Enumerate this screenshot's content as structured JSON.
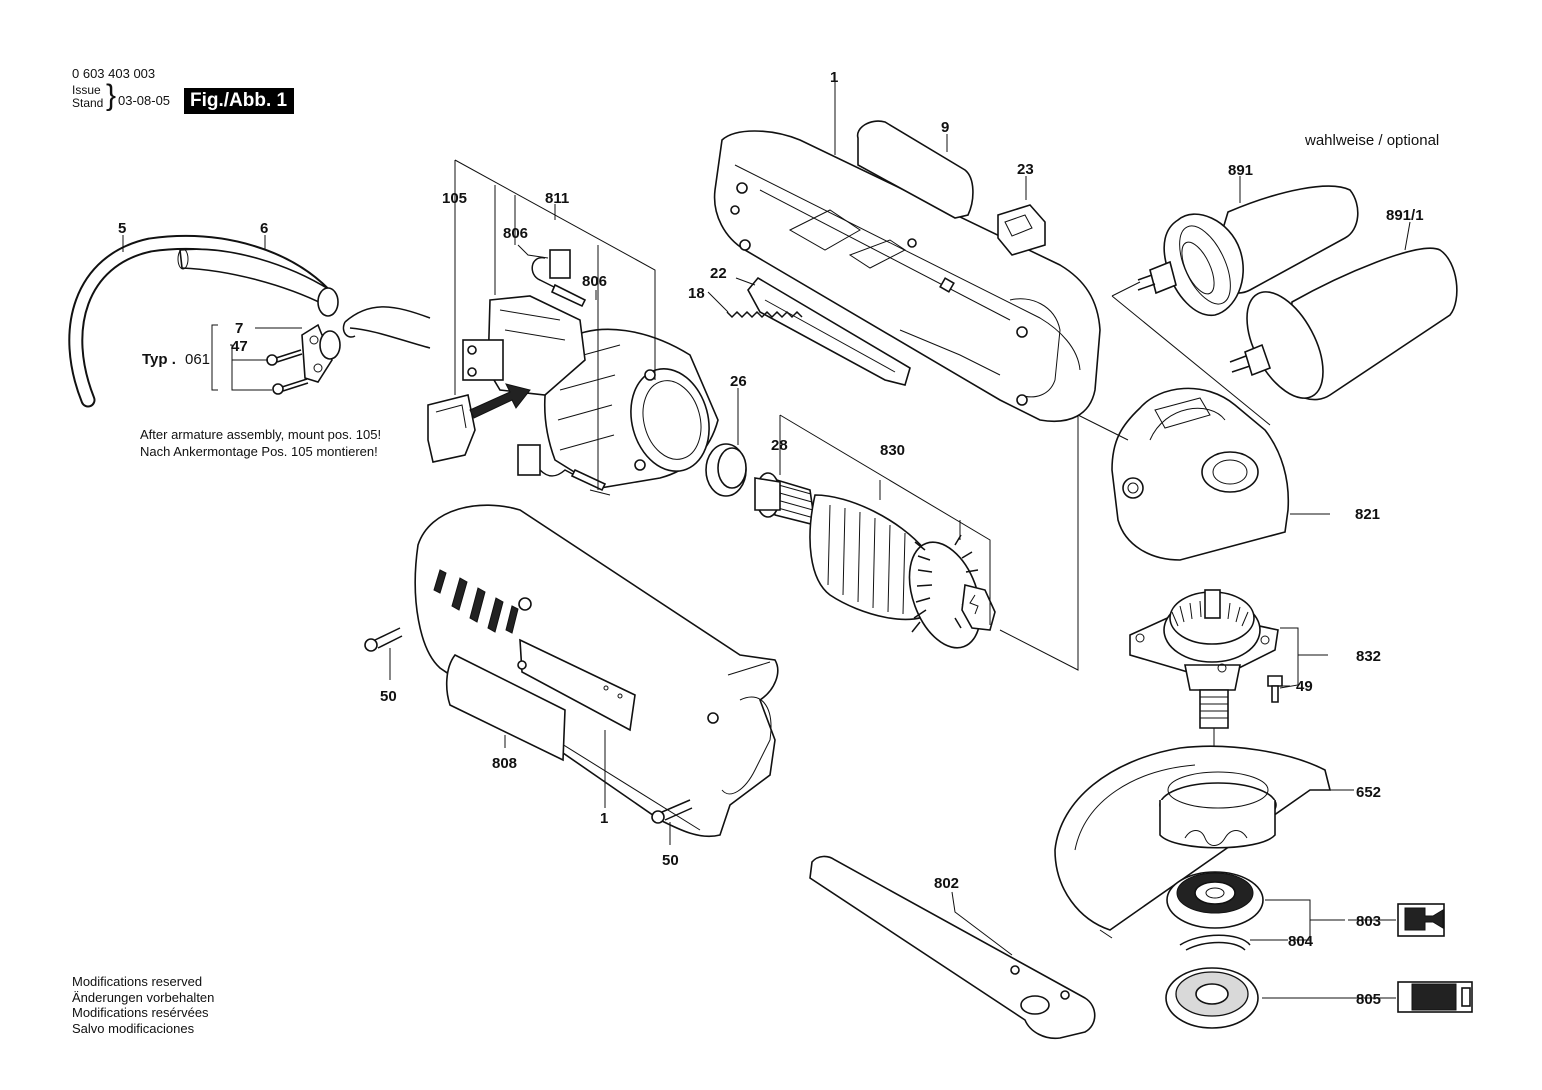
{
  "header": {
    "part_number": "0 603 403 003",
    "issue_label": "Issue",
    "stand_label": "Stand",
    "issue_date": "03-08-05",
    "figure_label": "Fig./Abb. 1"
  },
  "optional_note": "wahlweise / optional",
  "assembly_note": {
    "line1": "After armature assembly, mount pos. 105!",
    "line2": "Nach Ankermontage Pos. 105 montieren!"
  },
  "type_label": {
    "prefix": "Typ .",
    "code": "061"
  },
  "footer": {
    "lines": [
      "Modifications reserved",
      "Änderungen vorbehalten",
      "Modifications resérvées",
      "Salvo modificaciones"
    ]
  },
  "part_labels": {
    "p1_top": "1",
    "p9": "9",
    "p23": "23",
    "p891": "891",
    "p891_1": "891/1",
    "p105": "105",
    "p811": "811",
    "p806_a": "806",
    "p806_b": "806",
    "p5": "5",
    "p6": "6",
    "p7": "7",
    "p47": "47",
    "p22": "22",
    "p18": "18",
    "p26": "26",
    "p28": "28",
    "p830": "830",
    "p821": "821",
    "p832": "832",
    "p49": "49",
    "p652": "652",
    "p802": "802",
    "p803": "803",
    "p804": "804",
    "p805": "805",
    "p50_a": "50",
    "p50_b": "50",
    "p808": "808",
    "p1_bottom": "1"
  }
}
